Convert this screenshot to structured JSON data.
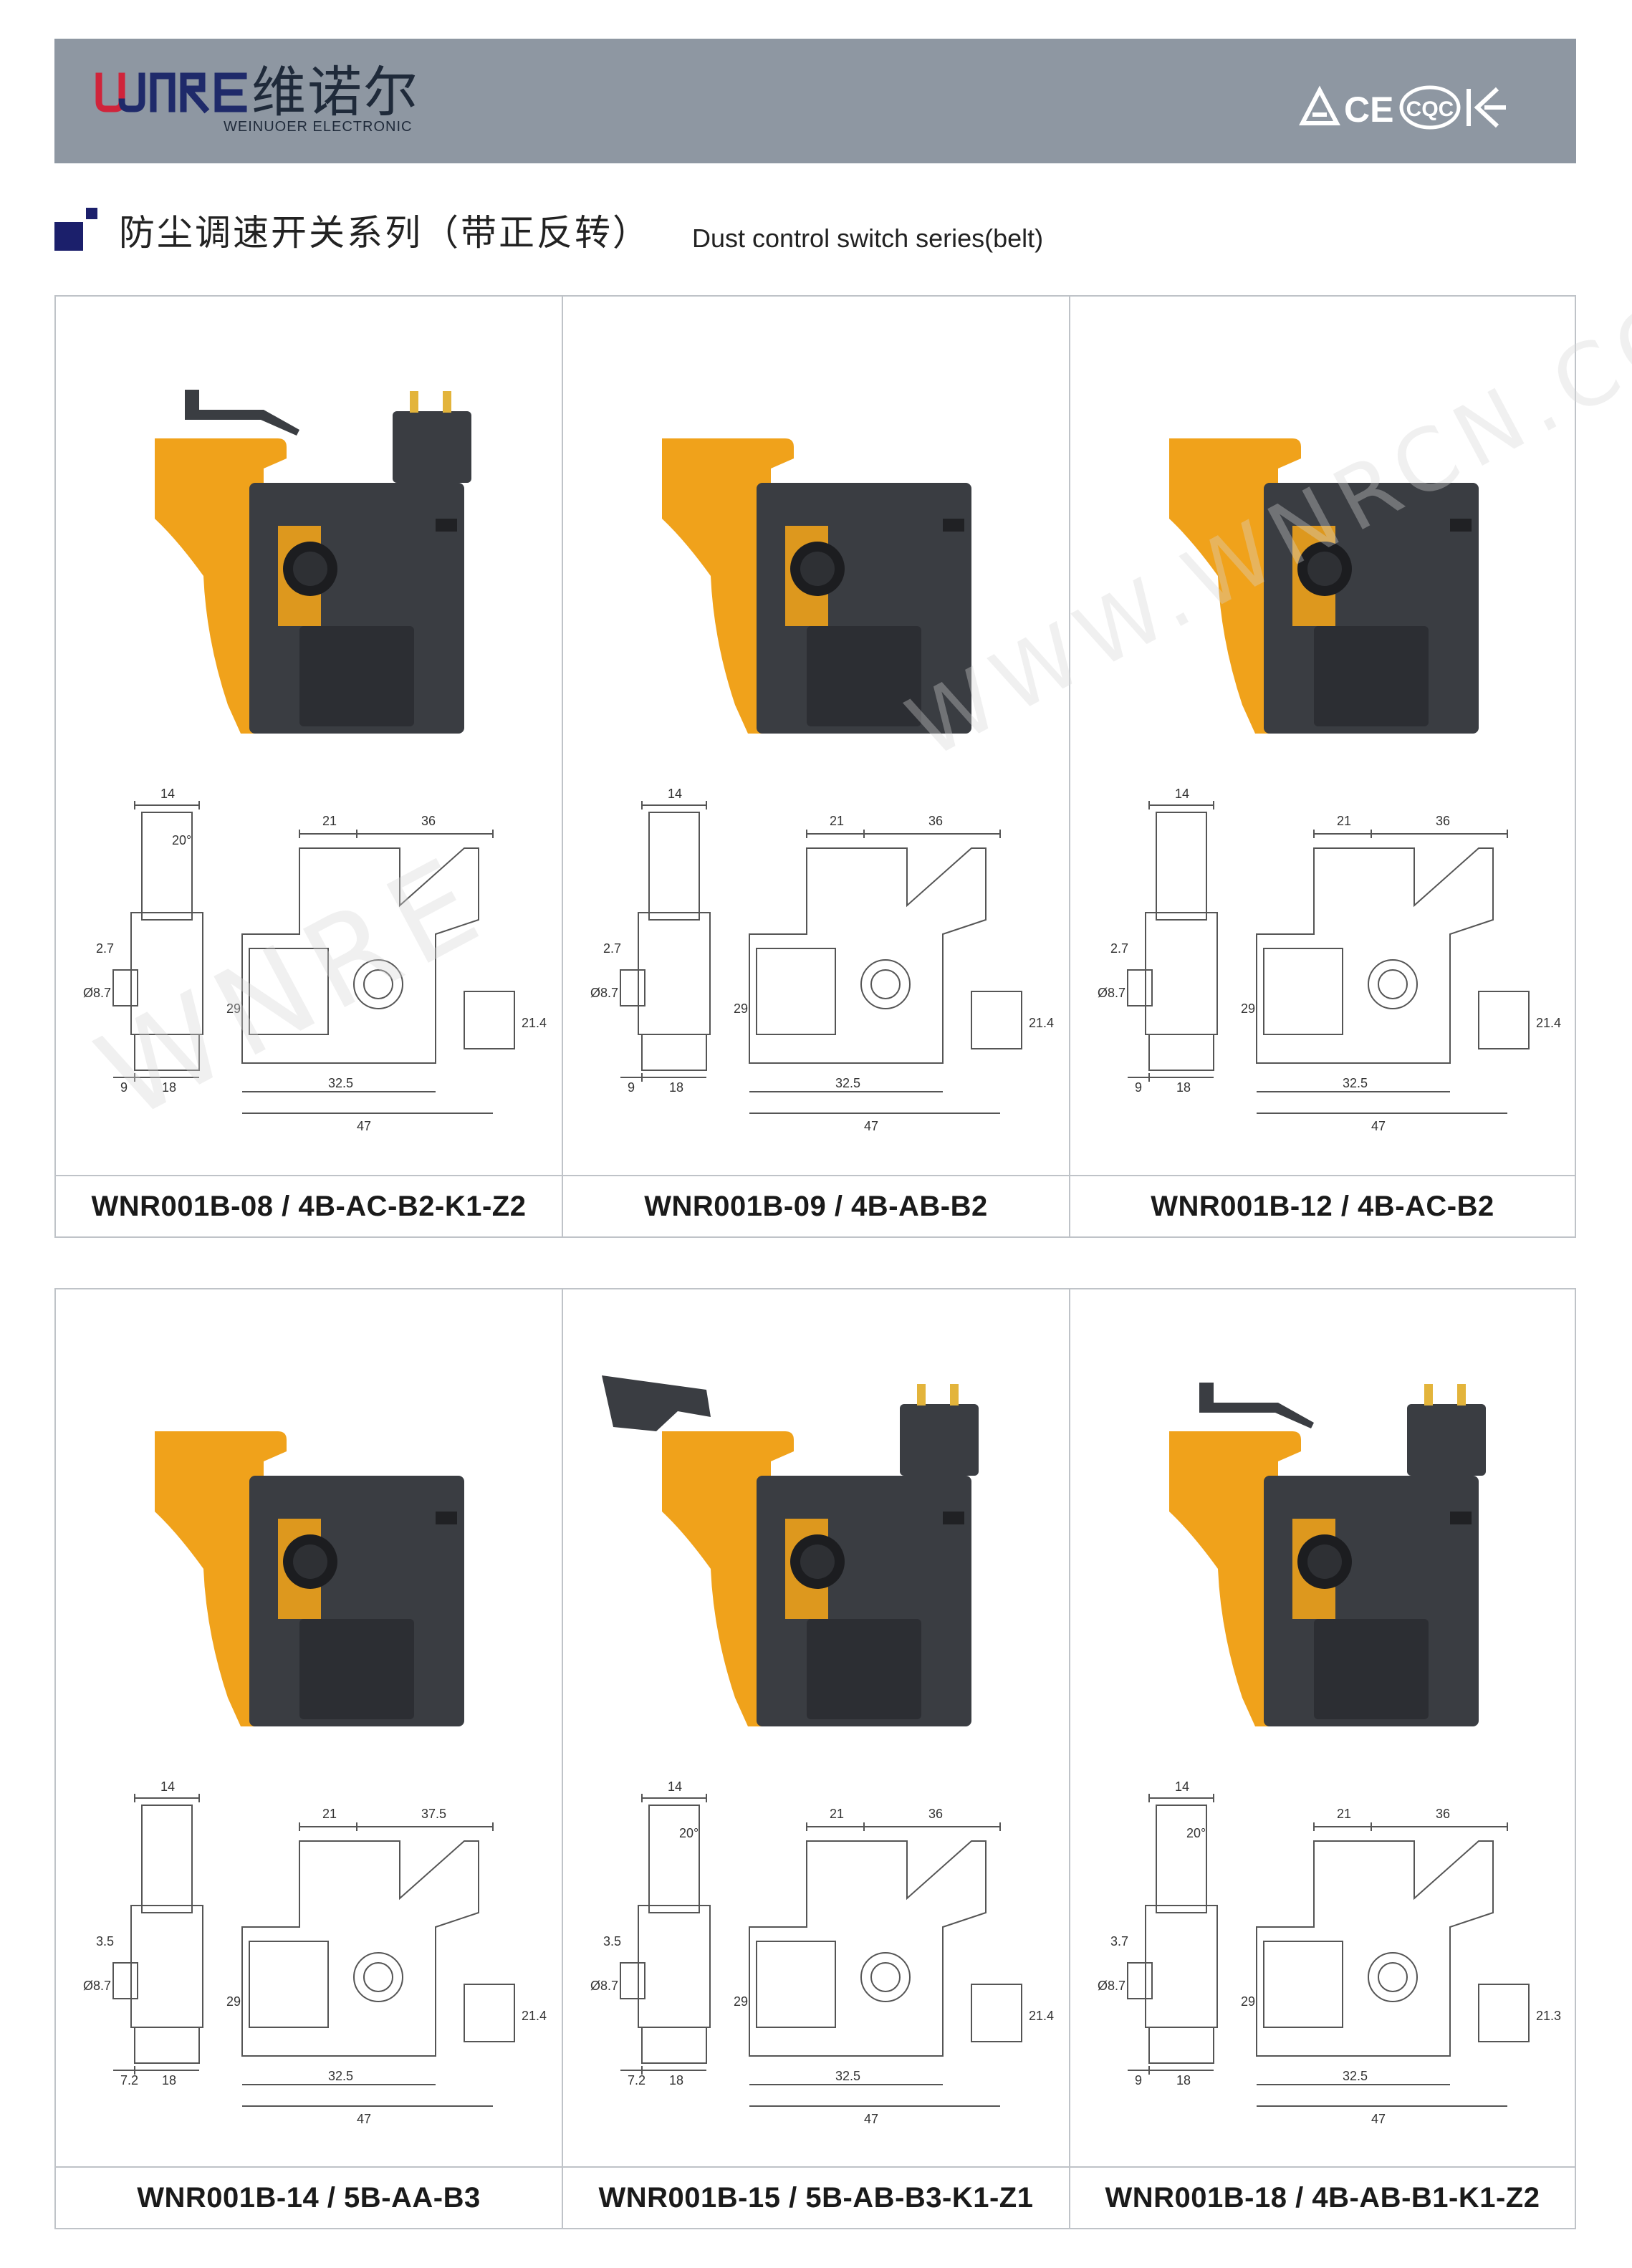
{
  "header": {
    "logo_en_mark": "WNRE",
    "logo_cn": "维诺尔",
    "logo_en": "WEINUOER ELECTRONIC",
    "certifications": [
      "CE",
      "CQC",
      "KC"
    ],
    "colors": {
      "banner": "#8e97a2",
      "logo_red": "#d0243b",
      "logo_navy": "#1f2a6a"
    }
  },
  "section": {
    "title_cn": "防尘调速开关系列（带正反转）",
    "title_en": "Dust control switch series(belt)"
  },
  "watermark": "WNRE WWW.WNRCN.COM",
  "products": [
    {
      "model": "WNR001B-08 / 4B-AC-B2-K1-Z2",
      "dims": {
        "width": "14",
        "angle": "20°",
        "a": "2.7",
        "dia": "Ø8.7",
        "b": "9",
        "c": "18",
        "top_l": "21",
        "top_r": "36",
        "h": "29",
        "side": "21.4",
        "inner": "32.5",
        "total": "47"
      }
    },
    {
      "model": "WNR001B-09 / 4B-AB-B2",
      "dims": {
        "width": "14",
        "angle": "",
        "a": "2.7",
        "dia": "Ø8.7",
        "b": "9",
        "c": "18",
        "top_l": "21",
        "top_r": "36",
        "h": "29",
        "side": "21.4",
        "inner": "32.5",
        "total": "47"
      }
    },
    {
      "model": "WNR001B-12 / 4B-AC-B2",
      "dims": {
        "width": "14",
        "angle": "",
        "a": "2.7",
        "dia": "Ø8.7",
        "b": "9",
        "c": "18",
        "top_l": "21",
        "top_r": "36",
        "h": "29",
        "side": "21.4",
        "inner": "32.5",
        "total": "47"
      }
    },
    {
      "model": "WNR001B-14 / 5B-AA-B3",
      "dims": {
        "width": "14",
        "angle": "",
        "a": "3.5",
        "dia": "Ø8.7",
        "b": "7.2",
        "c": "18",
        "top_l": "21",
        "top_r": "37.5",
        "h": "29",
        "side": "21.4",
        "inner": "32.5",
        "total": "47"
      }
    },
    {
      "model": "WNR001B-15 / 5B-AB-B3-K1-Z1",
      "dims": {
        "width": "14",
        "angle": "20°",
        "a": "3.5",
        "dia": "Ø8.7",
        "b": "7.2",
        "c": "18",
        "top_l": "21",
        "top_r": "36",
        "h": "29",
        "side": "21.4",
        "inner": "32.5",
        "total": "47"
      }
    },
    {
      "model": "WNR001B-18 / 4B-AB-B1-K1-Z2",
      "dims": {
        "width": "14",
        "angle": "20°",
        "a": "3.7",
        "dia": "Ø8.7",
        "b": "9",
        "c": "18",
        "top_l": "21",
        "top_r": "36",
        "h": "29",
        "side": "21.3",
        "inner": "32.5",
        "total": "47"
      }
    }
  ]
}
